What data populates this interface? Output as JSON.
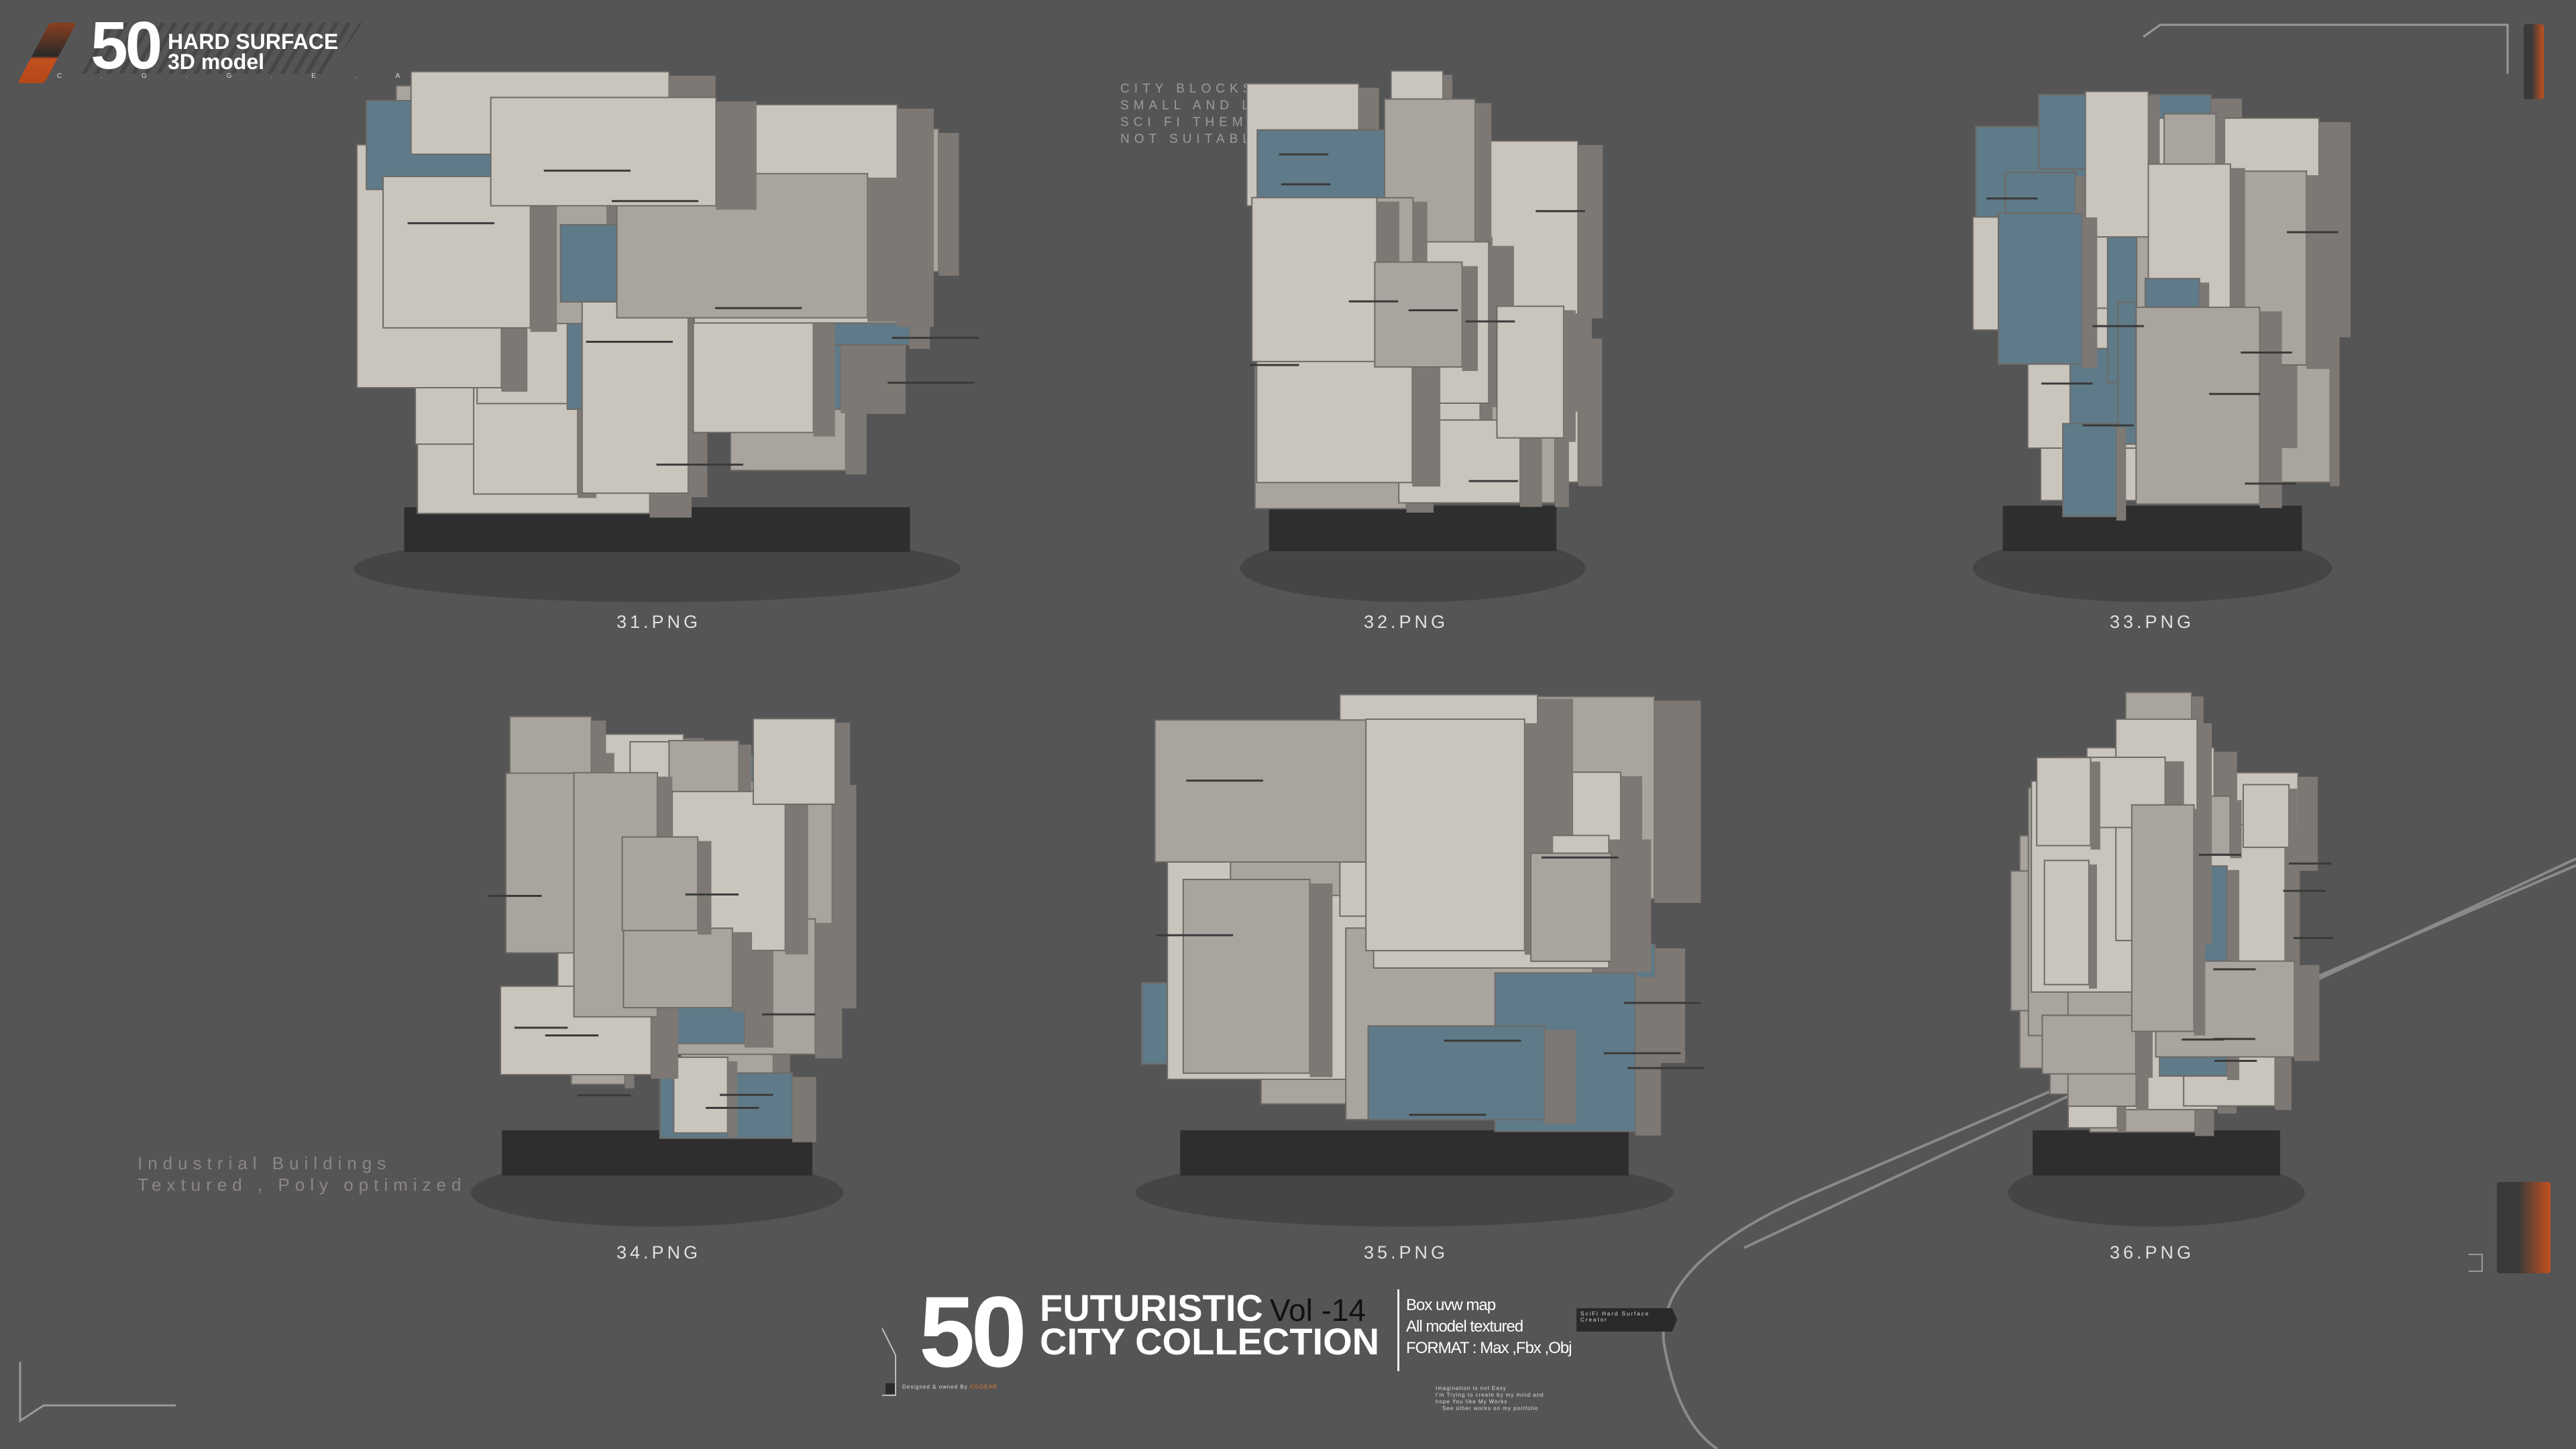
{
  "logo": {
    "number": "50",
    "line1": "HARD SURFACE",
    "line2": "3D model",
    "sub": "C.G.G.E.A.R"
  },
  "info_lines": [
    "CITY BLOCKS",
    "SMALL AND LARG B",
    "SCI FI THEME BUIL",
    "NOT SUITABLE FOR"
  ],
  "side_text": [
    "Industrial Buildings",
    "Textured , Poly optimized"
  ],
  "models": [
    {
      "label": "31.PNG"
    },
    {
      "label": "32.PNG"
    },
    {
      "label": "33.PNG"
    },
    {
      "label": "34.PNG"
    },
    {
      "label": "35.PNG"
    },
    {
      "label": "36.PNG"
    }
  ],
  "title": {
    "number": "50",
    "line1": "FUTURISTIC",
    "vol": "Vol -14",
    "line2": "CITY COLLECTION"
  },
  "features": [
    "Box uvw map",
    "All model textured",
    "FORMAT : Max ,Fbx ,Obj"
  ],
  "tag": [
    "SciFi Hard Surface",
    "Creator"
  ],
  "credit": {
    "prefix": "Designed & owned By ",
    "brand": "CGGEAR"
  },
  "quote": [
    "Imagination is not Easy",
    "I'm Trying to create by my mind and",
    "hope You like My Works",
    "See other works on my portfolio"
  ],
  "colors": {
    "background": "#555556",
    "accent": "#c4501e",
    "concrete": "#c9c4bc",
    "steel_blue": "#5f7a88"
  }
}
